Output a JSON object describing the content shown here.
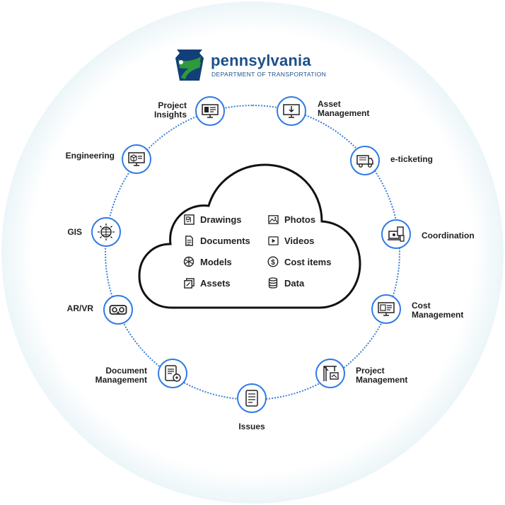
{
  "logo": {
    "name": "pennsylvania",
    "subtitle": "DEPARTMENT OF TRANSPORTATION",
    "keystone_green": "#2e9a3b",
    "keystone_navy": "#123f79"
  },
  "colors": {
    "accent": "#2f7ae5",
    "ring": "#3d7fd6",
    "text": "#1f1f1f"
  },
  "cloud_items": {
    "left": [
      {
        "label": "Drawings",
        "icon": "drawing-plan-icon"
      },
      {
        "label": "Documents",
        "icon": "document-icon"
      },
      {
        "label": "Models",
        "icon": "model-network-icon"
      },
      {
        "label": "Assets",
        "icon": "assets-icon"
      }
    ],
    "right": [
      {
        "label": "Photos",
        "icon": "photo-icon"
      },
      {
        "label": "Videos",
        "icon": "video-icon"
      },
      {
        "label": "Cost items",
        "icon": "dollar-icon"
      },
      {
        "label": "Data",
        "icon": "database-icon"
      }
    ]
  },
  "modules": [
    {
      "label": "Project\nInsights",
      "icon": "monitor-dashboard-icon"
    },
    {
      "label": "Asset\nManagement",
      "icon": "monitor-download-icon"
    },
    {
      "label": "e-ticketing",
      "icon": "truck-icon"
    },
    {
      "label": "Coordination",
      "icon": "laptop-devices-icon"
    },
    {
      "label": "Cost\nManagement",
      "icon": "monitor-cost-icon"
    },
    {
      "label": "Project\nManagement",
      "icon": "crane-icon"
    },
    {
      "label": "Issues",
      "icon": "tablet-checklist-icon"
    },
    {
      "label": "Document\nManagement",
      "icon": "tablet-document-icon"
    },
    {
      "label": "AR/VR",
      "icon": "vr-headset-icon"
    },
    {
      "label": "GIS",
      "icon": "globe-icon"
    },
    {
      "label": "Engineering",
      "icon": "monitor-model-icon"
    }
  ]
}
